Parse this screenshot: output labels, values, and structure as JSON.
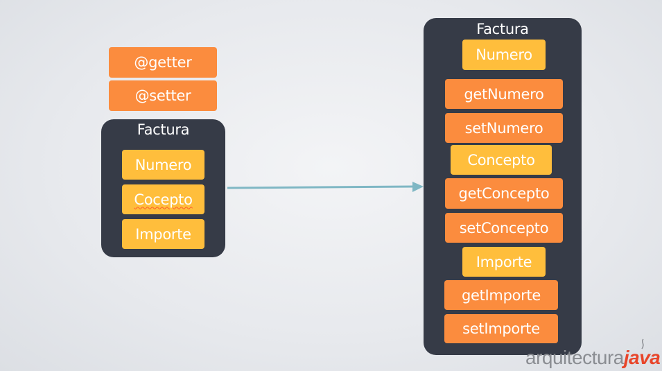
{
  "left": {
    "annotations": [
      "@getter",
      "@setter"
    ],
    "class_title": "Factura",
    "fields": [
      "Numero",
      "Cocepto",
      "Importe"
    ]
  },
  "right": {
    "class_title": "Factura",
    "members": [
      {
        "label": "Numero",
        "kind": "field"
      },
      {
        "label": "getNumero",
        "kind": "method"
      },
      {
        "label": "setNumero",
        "kind": "method"
      },
      {
        "label": "Concepto",
        "kind": "field"
      },
      {
        "label": "getConcepto",
        "kind": "method"
      },
      {
        "label": "setConcepto",
        "kind": "method"
      },
      {
        "label": "Importe",
        "kind": "field"
      },
      {
        "label": "getImporte",
        "kind": "method"
      },
      {
        "label": "setImporte",
        "kind": "method"
      }
    ]
  },
  "logo": {
    "text_plain": "arquitectura",
    "text_accent": "java"
  },
  "colors": {
    "panel": "#363b47",
    "method_box": "#fb8c3e",
    "field_box": "#ffbe3c",
    "arrow": "#7fb7c4"
  }
}
